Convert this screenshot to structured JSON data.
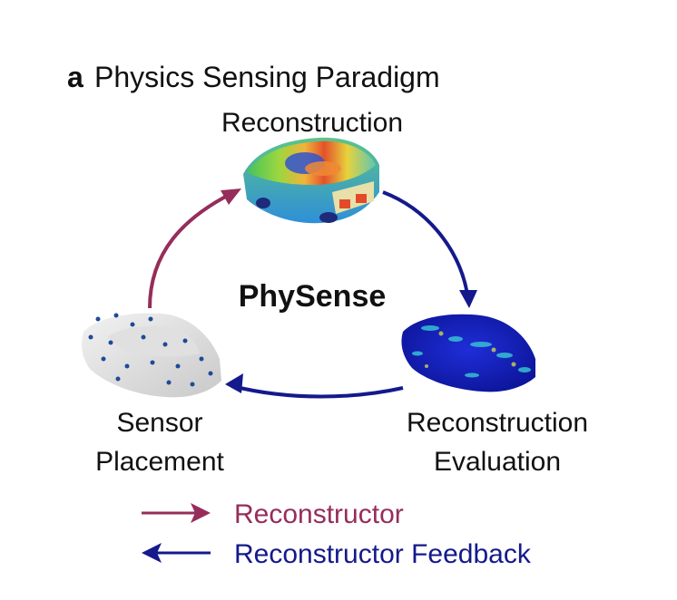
{
  "panel": {
    "letter": "a",
    "title": "Physics Sensing Paradigm"
  },
  "center_label": "PhySense",
  "nodes": {
    "reconstruction": {
      "label": "Reconstruction"
    },
    "evaluation": {
      "line1": "Reconstruction",
      "line2": "Evaluation"
    },
    "placement": {
      "line1": "Sensor",
      "line2": "Placement"
    }
  },
  "legend": {
    "reconstructor": "Reconstructor",
    "feedback": "Reconstructor Feedback"
  },
  "colors": {
    "reconstructor": "#962d5a",
    "feedback": "#14198c",
    "text": "#111111"
  }
}
